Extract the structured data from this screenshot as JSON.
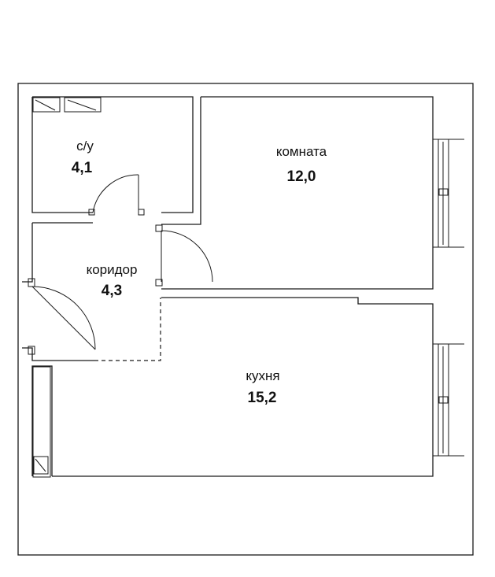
{
  "rooms": [
    {
      "id": "bathroom",
      "name": "с/у",
      "area": "4,1"
    },
    {
      "id": "room",
      "name": "комната",
      "area": "12,0"
    },
    {
      "id": "corridor",
      "name": "коридор",
      "area": "4,3"
    },
    {
      "id": "kitchen",
      "name": "кухня",
      "area": "15,2"
    }
  ]
}
